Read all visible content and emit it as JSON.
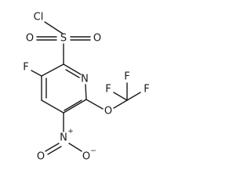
{
  "molecule": {
    "atoms": {
      "cl": "Cl",
      "s": "S",
      "o_sulfonyl_left": "O",
      "o_sulfonyl_right": "O",
      "f_ring": "F",
      "n_ring": "N",
      "o_ether": "O",
      "f_cf3_top": "F",
      "f_cf3_left": "F",
      "f_cf3_right": "F",
      "n_nitro": "N",
      "o_nitro_double": "O",
      "o_nitro_single": "O"
    },
    "charges": {
      "n_nitro_plus": "+",
      "o_nitro_minus": "−"
    }
  }
}
